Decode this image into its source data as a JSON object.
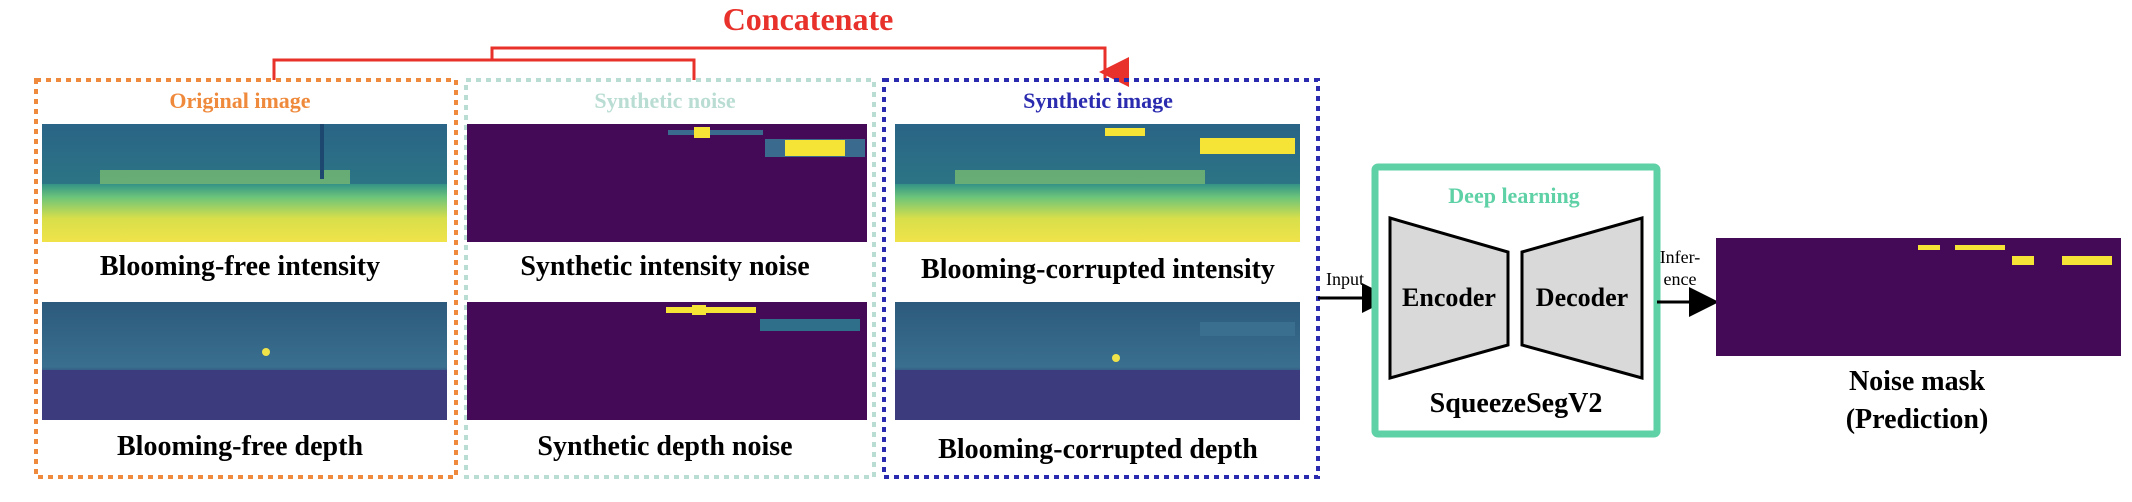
{
  "concatenate_label": "Concatenate",
  "original_group": {
    "title": "Original image",
    "intensity_label": "Blooming-free intensity",
    "depth_label": "Blooming-free depth"
  },
  "noise_group": {
    "title": "Synthetic noise",
    "intensity_label": "Synthetic intensity noise",
    "depth_label": "Synthetic depth noise"
  },
  "synthetic_group": {
    "title": "Synthetic image",
    "intensity_label": "Blooming-corrupted intensity",
    "depth_label": "Blooming-corrupted depth"
  },
  "model": {
    "title": "Deep learning",
    "encoder_label": "Encoder",
    "decoder_label": "Decoder",
    "name": "SqueezeSegV2"
  },
  "input_label": "Input",
  "inference_label_line1": "Infer-",
  "inference_label_line2": "ence",
  "output": {
    "label_line1": "Noise mask",
    "label_line2": "(Prediction)"
  },
  "colors": {
    "concatenate": "#e8312a",
    "original_border": "#ef8a3c",
    "noise_border": "#b9ddd3",
    "synthetic_border": "#2b2bb0",
    "model_border": "#5fd1a6",
    "noise_background": "#440a57",
    "noise_highlight": "#f5e435"
  }
}
